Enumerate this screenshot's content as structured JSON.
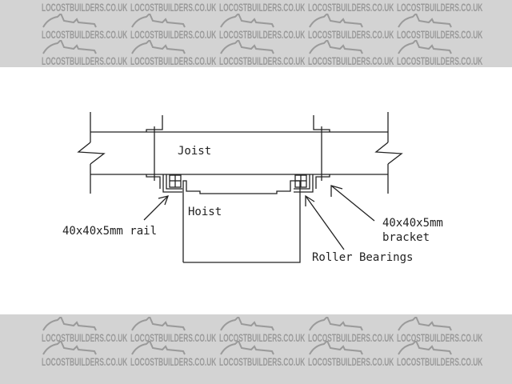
{
  "watermark": {
    "text": "LOCOSTBUILDERS.CO.UK",
    "color": "#9a9a9a",
    "band_color": "#d3d3d3"
  },
  "labels": {
    "joist": "Joist",
    "hoist": "Hoist",
    "rail": "40x40x5mm rail",
    "bracket_line1": "40x40x5mm",
    "bracket_line2": "bracket",
    "roller": "Roller Bearings"
  }
}
